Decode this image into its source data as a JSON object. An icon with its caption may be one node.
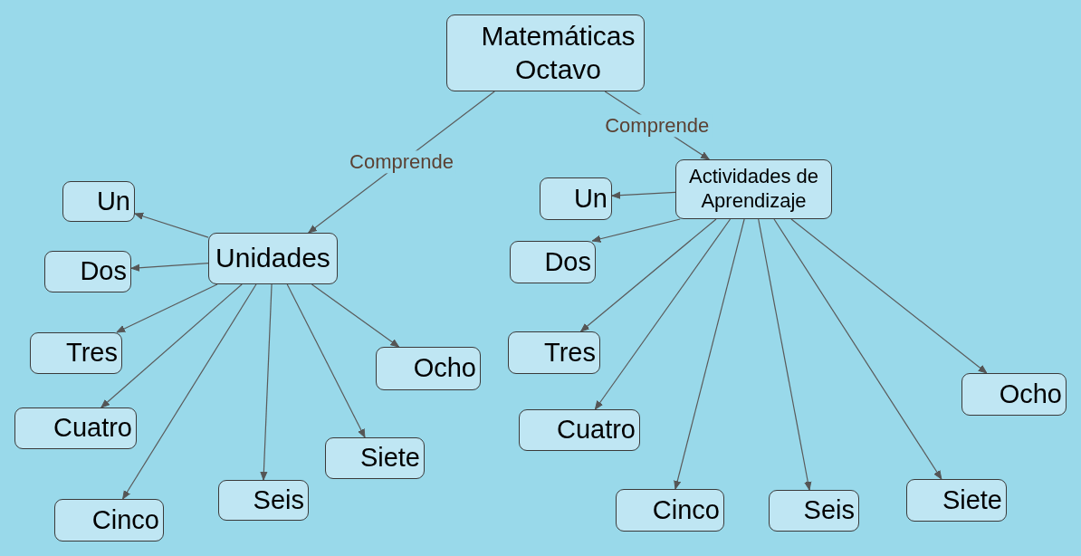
{
  "diagram": {
    "nodes": [
      {
        "text": [
          "Matemáticas Octavo"
        ]
      },
      {
        "text": [
          "Unidades"
        ]
      },
      {
        "text": [
          "Actividades de Aprendizaje"
        ]
      },
      {
        "text": [
          "Un"
        ]
      },
      {
        "text": [
          "Dos"
        ]
      },
      {
        "text": [
          "Tres"
        ]
      },
      {
        "text": [
          "Cuatro"
        ]
      },
      {
        "text": [
          "Cinco"
        ]
      },
      {
        "text": [
          "Seis"
        ]
      },
      {
        "text": [
          "Siete"
        ]
      },
      {
        "text": [
          "Ocho"
        ]
      },
      {
        "text": [
          "Un"
        ]
      },
      {
        "text": [
          "Dos"
        ]
      },
      {
        "text": [
          "Tres"
        ]
      },
      {
        "text": [
          "Cuatro"
        ]
      },
      {
        "text": [
          "Cinco"
        ]
      },
      {
        "text": [
          "Seis"
        ]
      },
      {
        "text": [
          "Siete"
        ]
      },
      {
        "text": [
          "Ocho"
        ]
      }
    ],
    "edges": [
      {
        "from": 0,
        "to": 1,
        "arrow": "to",
        "label": "Comprende"
      },
      {
        "from": 0,
        "to": 2,
        "arrow": "to",
        "label": "Comprende"
      },
      {
        "from": 1,
        "to": 3,
        "arrow": "to"
      },
      {
        "from": 1,
        "to": 4,
        "arrow": "to"
      },
      {
        "from": 1,
        "to": 5,
        "arrow": "to"
      },
      {
        "from": 1,
        "to": 6,
        "arrow": "to"
      },
      {
        "from": 1,
        "to": 7,
        "arrow": "to"
      },
      {
        "from": 1,
        "to": 8,
        "arrow": "to"
      },
      {
        "from": 1,
        "to": 9,
        "arrow": "to"
      },
      {
        "from": 1,
        "to": 10,
        "arrow": "to"
      },
      {
        "from": 2,
        "to": 11,
        "arrow": "to"
      },
      {
        "from": 2,
        "to": 12,
        "arrow": "to"
      },
      {
        "from": 2,
        "to": 13,
        "arrow": "to"
      },
      {
        "from": 2,
        "to": 14,
        "arrow": "to"
      },
      {
        "from": 2,
        "to": 15,
        "arrow": "to"
      },
      {
        "from": 2,
        "to": 16,
        "arrow": "to"
      },
      {
        "from": 2,
        "to": 17,
        "arrow": "to"
      },
      {
        "from": 2,
        "to": 18,
        "arrow": "to"
      }
    ]
  }
}
